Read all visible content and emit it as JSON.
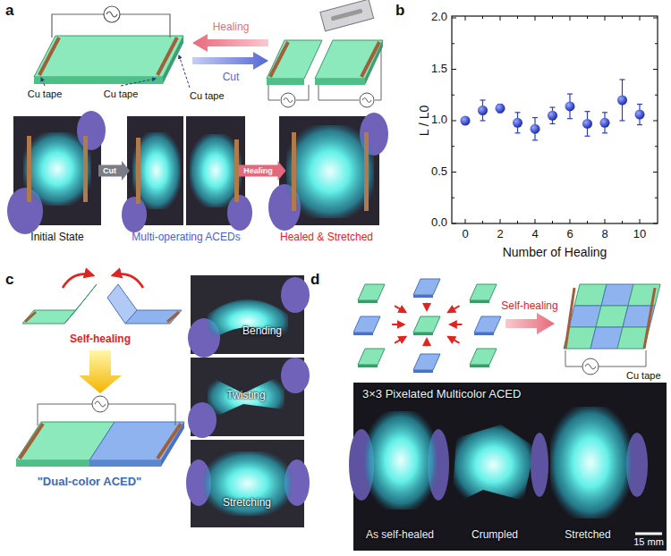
{
  "diagram": {
    "nodes": [
      {
        "text": [
          "Cut"
        ]
      },
      {
        "text": [
          "Healing"
        ]
      },
      {
        "text": [
          "Bending"
        ]
      },
      {
        "text": [
          "Twisting"
        ]
      },
      {
        "text": [
          "Stretching"
        ]
      },
      {
        "text": [
          "3×3 Pixelated Multicolor ACED",
          "As self-healed",
          "Crumpled",
          "Stretched"
        ]
      }
    ],
    "labels": [
      "a",
      "Cu tape",
      "Cu tape",
      "Cu tape",
      "Healing",
      "Cut",
      "Initial State",
      "Multi-operating ACEDs",
      "Healed & Stretched",
      "b",
      "2.0",
      "1.5",
      "1.0",
      "0.5",
      "0.0",
      "0",
      "2",
      "4",
      "6",
      "8",
      "10",
      "L / L0",
      "Number of Healing",
      "c",
      "Self-healing",
      "\"Dual-color ACED\"",
      "d",
      "Self-healing",
      "Cu tape",
      "15 mm"
    ]
  }
}
